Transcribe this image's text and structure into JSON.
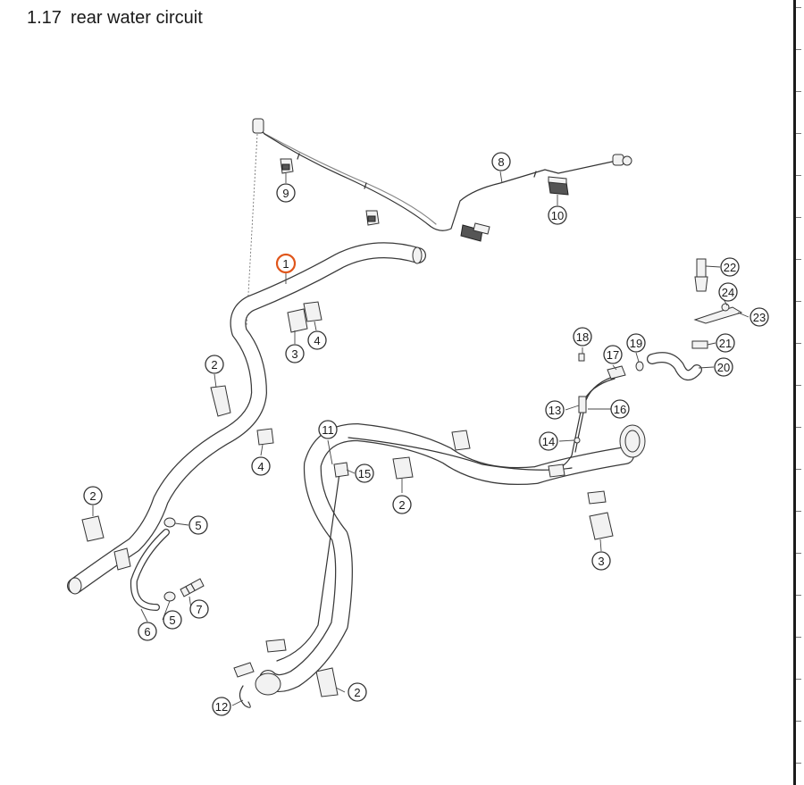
{
  "header": {
    "section_number": "1.17",
    "section_title": "rear water circuit"
  },
  "colors": {
    "highlight": "#e0561b",
    "line": "#333333",
    "background": "#ffffff"
  },
  "callouts": [
    {
      "label": "1",
      "highlighted": true
    },
    {
      "label": "2"
    },
    {
      "label": "2"
    },
    {
      "label": "2"
    },
    {
      "label": "2"
    },
    {
      "label": "3"
    },
    {
      "label": "3"
    },
    {
      "label": "4"
    },
    {
      "label": "4"
    },
    {
      "label": "5"
    },
    {
      "label": "5"
    },
    {
      "label": "6"
    },
    {
      "label": "7"
    },
    {
      "label": "8"
    },
    {
      "label": "9"
    },
    {
      "label": "10"
    },
    {
      "label": "11"
    },
    {
      "label": "12"
    },
    {
      "label": "13"
    },
    {
      "label": "14"
    },
    {
      "label": "15"
    },
    {
      "label": "16"
    },
    {
      "label": "17"
    },
    {
      "label": "18"
    },
    {
      "label": "19"
    },
    {
      "label": "20"
    },
    {
      "label": "21"
    },
    {
      "label": "22"
    },
    {
      "label": "23"
    },
    {
      "label": "24"
    }
  ]
}
